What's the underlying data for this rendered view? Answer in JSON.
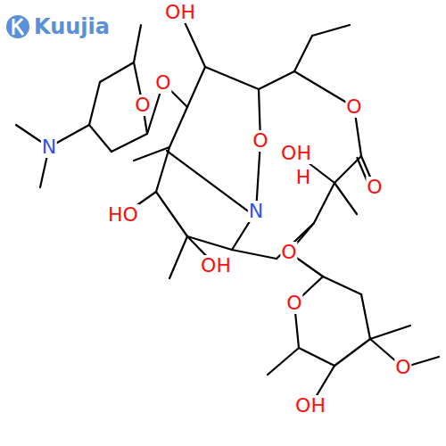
{
  "diagram": {
    "labels": [
      "Kuujia",
      "N",
      "O",
      "O",
      "OH",
      "O",
      "OH",
      "H",
      "O",
      "O",
      "HO",
      "N",
      "OH",
      "O",
      "O",
      "O",
      "OH"
    ]
  }
}
